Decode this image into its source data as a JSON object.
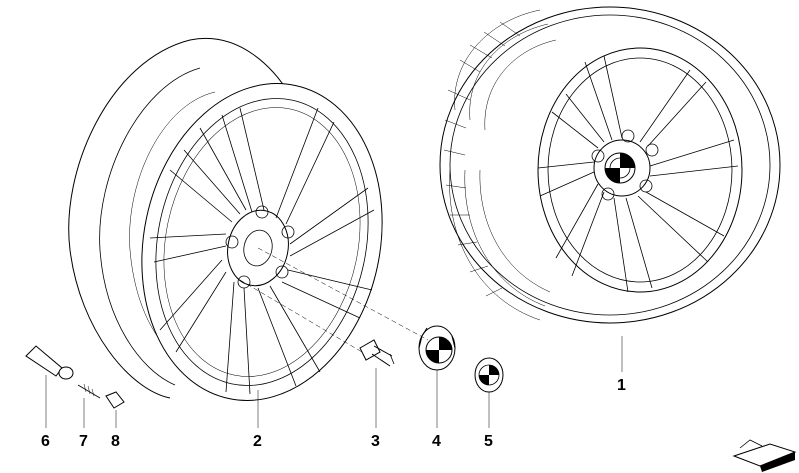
{
  "parts": [
    {
      "id": "1",
      "label": "1"
    },
    {
      "id": "2",
      "label": "2"
    },
    {
      "id": "3",
      "label": "3"
    },
    {
      "id": "4",
      "label": "4"
    },
    {
      "id": "5",
      "label": "5"
    },
    {
      "id": "6",
      "label": "6"
    },
    {
      "id": "7",
      "label": "7"
    },
    {
      "id": "8",
      "label": "8"
    }
  ]
}
